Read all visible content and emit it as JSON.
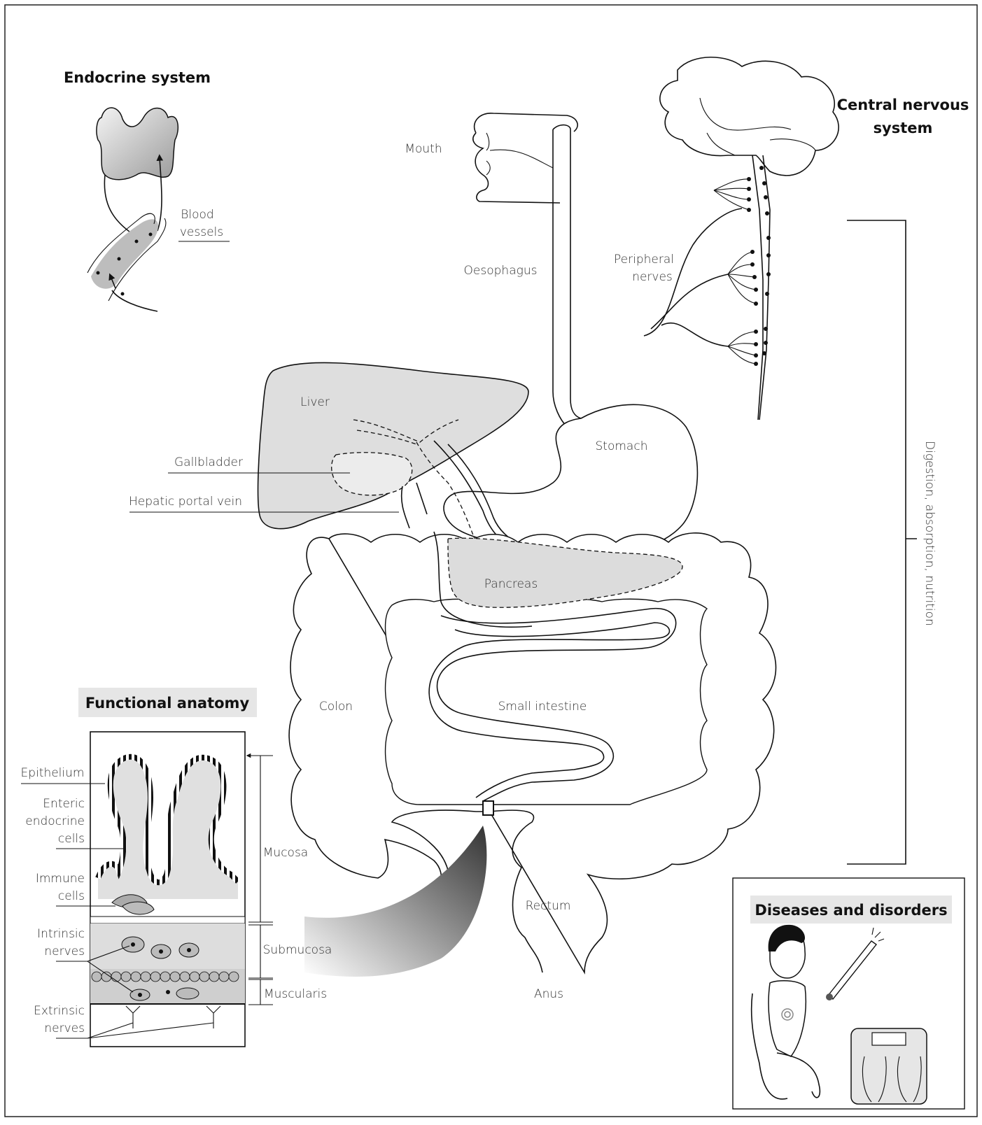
{
  "sections": {
    "endocrine": "Endocrine system",
    "cns": [
      "Central nervous",
      "system"
    ],
    "functional": "Functional anatomy",
    "diseases": "Diseases and disorders"
  },
  "labels": {
    "blood_vessels": [
      "Blood",
      "vessels"
    ],
    "peripheral_nerves": [
      "Peripheral",
      "nerves"
    ],
    "mouth": "Mouth",
    "oesophagus": "Oesophagus",
    "liver": "Liver",
    "stomach": "Stomach",
    "gallbladder": "Gallbladder",
    "hepatic_portal_vein": "Hepatic portal vein",
    "pancreas": "Pancreas",
    "colon": "Colon",
    "small_intestine": "Small intestine",
    "rectum": "Rectum",
    "anus": "Anus",
    "digestion": "Digestion, absorption, nutrition"
  },
  "wall": {
    "epithelium": "Epithelium",
    "enteric": [
      "Enteric",
      "endocrine",
      "cells"
    ],
    "immune": [
      "Immune",
      "cells"
    ],
    "intrinsic": [
      "Intrinsic",
      "nerves"
    ],
    "extrinsic": [
      "Extrinsic",
      "nerves"
    ],
    "mucosa": "Mucosa",
    "submucosa": "Submucosa",
    "muscularis": "Muscularis"
  }
}
